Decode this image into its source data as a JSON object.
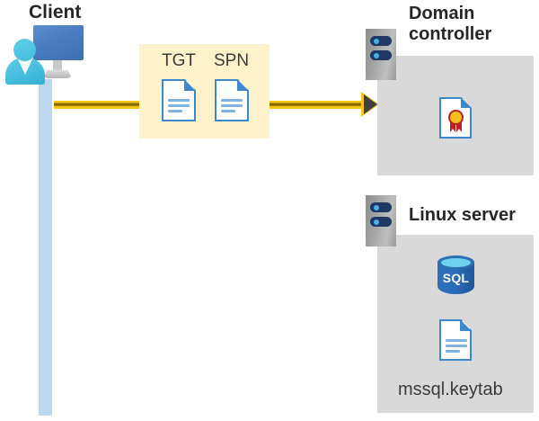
{
  "diagram": {
    "title_client": "Client",
    "nodes": {
      "client": {
        "label": "Client",
        "icon": "client-user-monitor-icon",
        "lifeline_color": "#bdd7ee"
      },
      "domain_controller": {
        "label": "Domain\ncontroller",
        "icon": "server-icon",
        "panel_color": "#d9d9d9",
        "contents": [
          {
            "label": "",
            "icon": "certificate-document-icon"
          }
        ]
      },
      "linux_server": {
        "label": "Linux server",
        "icon": "server-icon",
        "panel_color": "#d9d9d9",
        "contents": [
          {
            "label": "SQL",
            "icon": "sql-database-icon"
          },
          {
            "label": "mssql.keytab",
            "icon": "document-icon"
          }
        ]
      }
    },
    "callout": {
      "background_color": "#fdf2c9",
      "items": [
        {
          "label": "TGT",
          "icon": "document-icon"
        },
        {
          "label": "SPN",
          "icon": "document-icon"
        }
      ]
    },
    "connector": {
      "from": "client",
      "to": "domain_controller",
      "style": "double-gold-line-with-arrow",
      "line_color": "#f5c518",
      "arrow_fill": "#404040"
    },
    "colors": {
      "gold": "#f5c518",
      "gold_dark": "#8a6b00",
      "panel_gray": "#d9d9d9",
      "callout_yellow": "#fdf2c9",
      "text_dark": "#262626",
      "doc_blue": "#3c87cd",
      "lifeline_blue": "#bdd7ee",
      "sql_blue": "#2f6fb5",
      "server_navy": "#1f3864"
    }
  }
}
